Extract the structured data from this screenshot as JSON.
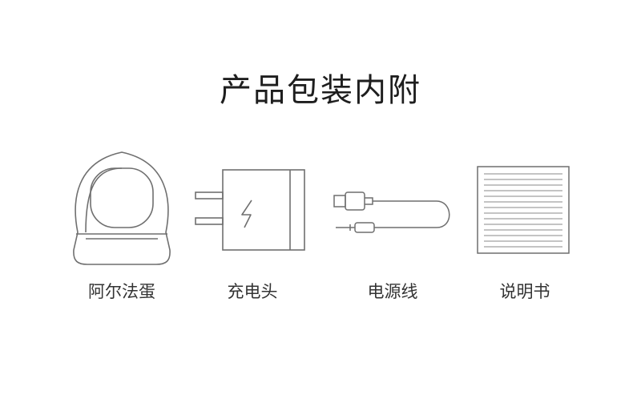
{
  "title": "产品包装内附",
  "items": [
    {
      "label": "阿尔法蛋",
      "icon": "robot-egg-icon"
    },
    {
      "label": "充电头",
      "icon": "charger-icon"
    },
    {
      "label": "电源线",
      "icon": "cable-icon"
    },
    {
      "label": "说明书",
      "icon": "manual-icon"
    }
  ]
}
